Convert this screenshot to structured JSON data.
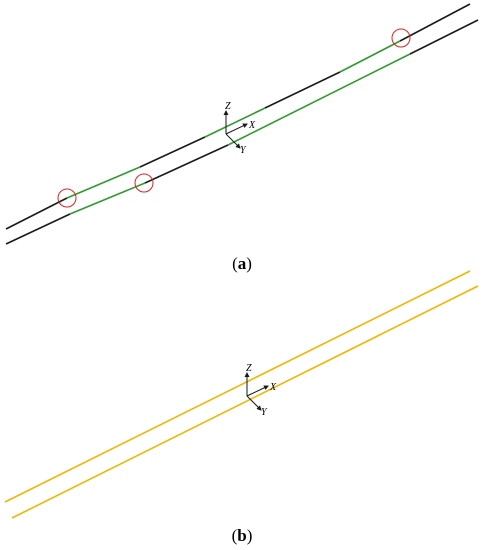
{
  "panel_a": {
    "caption_open": "(",
    "caption_letter": "a",
    "caption_close": ")",
    "axes": {
      "z": "Z",
      "x": "X",
      "y": "Y"
    },
    "colors": {
      "line": "#1a1a1a",
      "segment": "#2e9a2e",
      "marker": "#e02020",
      "axis": "#1a1a1a"
    }
  },
  "panel_b": {
    "caption_open": "(",
    "caption_letter": "b",
    "caption_close": ")",
    "axes": {
      "z": "Z",
      "x": "X",
      "y": "Y"
    },
    "colors": {
      "line": "#f5b400",
      "axis": "#1a1a1a"
    }
  }
}
